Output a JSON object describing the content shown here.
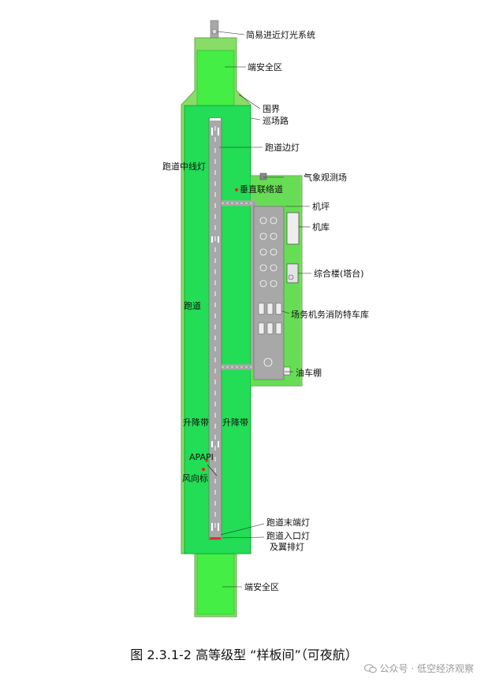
{
  "colors": {
    "runway_strip": "#22dd55",
    "outer_band": "#88dd66",
    "safety_area": "#44ee44",
    "pavement": "#a8a8a8",
    "label": "#111111",
    "marker": "#ee2222"
  },
  "labels": {
    "approach_lights": "简易进近灯光系统",
    "end_safety_top": "端安全区",
    "fence": "围界",
    "patrol_road": "巡场路",
    "runway_edge_lights": "跑道边灯",
    "runway_centerline_lights": "跑道中线灯",
    "weather_station": "气象观测场",
    "vertical_taxiway": "垂直联络道",
    "apron": "机坪",
    "hangar": "机库",
    "complex_building": "综合楼(塔台)",
    "fire_garage": "场务机务消防特车库",
    "runway": "跑道",
    "fuel_shed": "油车棚",
    "landing_pad_left": "升降带",
    "landing_pad_right": "升降带",
    "papi": "APAPI",
    "windsock": "风向标",
    "runway_end_lights": "跑道末端灯",
    "threshold_lights_1": "跑道入口灯",
    "threshold_lights_2": "及翼排灯",
    "end_safety_bottom": "端安全区"
  },
  "caption": "图 2.3.1-2  高等级型 “样板间”（可夜航）",
  "watermark": {
    "text": "公众号 · 低空经济观察",
    "icon": "wechat-icon"
  }
}
